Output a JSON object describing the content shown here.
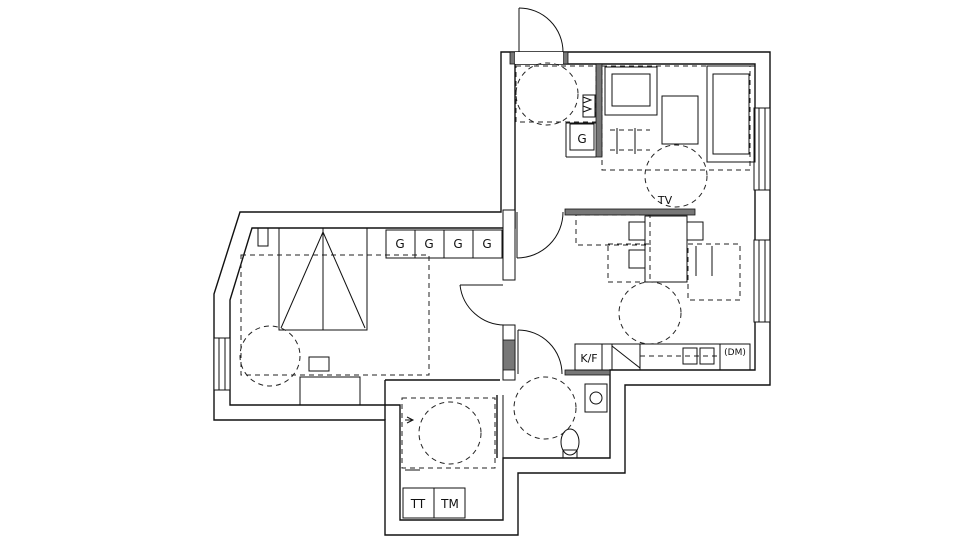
{
  "labels": {
    "wardrobe_1": "G",
    "wardrobe_2": "G",
    "wardrobe_3": "G",
    "wardrobe_4": "G",
    "wardrobe_entry": "G",
    "tv": "TV",
    "fridge_freezer": "K/F",
    "dishwasher": "(DM)",
    "dryer": "TT",
    "washer": "TM"
  }
}
